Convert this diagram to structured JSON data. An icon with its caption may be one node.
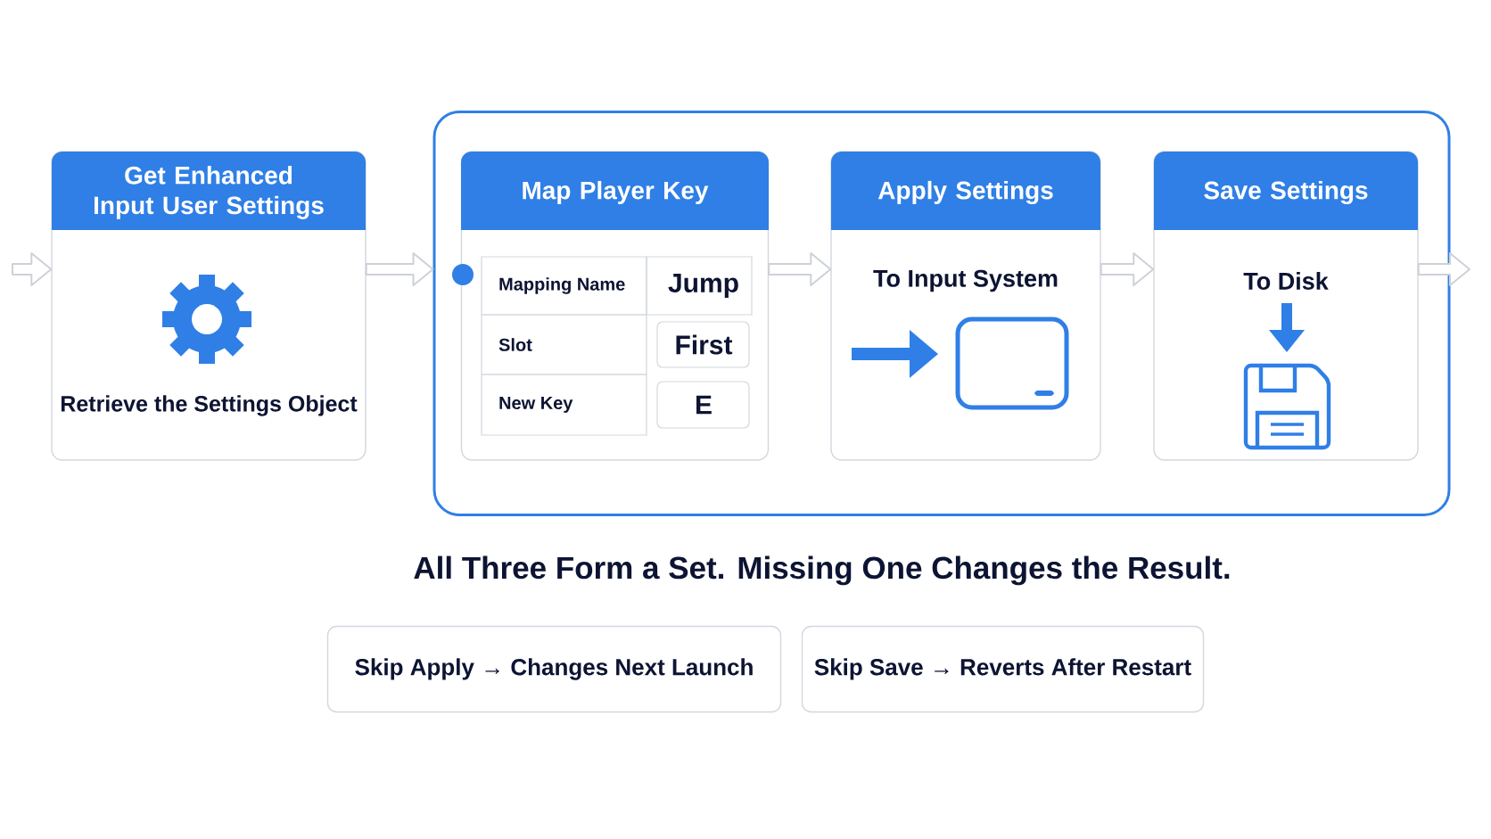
{
  "diagram": {
    "caption": "All Three Form a Set. Missing One Changes the Result.",
    "nodes": [
      {
        "text": [
          "Get Enhanced Input User Settings",
          "Retrieve the Settings Object"
        ]
      },
      {
        "text": [],
        "shape": "box"
      },
      {
        "text": [
          "Map Player Key",
          "Mapping Name",
          "Jump",
          "Slot",
          "First",
          "New Key",
          "E"
        ],
        "in": 1
      },
      {
        "text": [
          "Apply Settings",
          "To Input System"
        ],
        "in": 1
      },
      {
        "text": [
          "Save Settings",
          "To Disk"
        ],
        "in": 1
      },
      {
        "text": [
          "Skip Apply → Changes Next Launch"
        ]
      },
      {
        "text": [
          "Skip Save → Reverts After Restart"
        ]
      }
    ],
    "edges": [
      {
        "from": null,
        "to": 0,
        "arrow": "to"
      },
      {
        "from": 0,
        "to": 1,
        "arrow": "to"
      },
      {
        "from": 2,
        "to": 3,
        "arrow": "to"
      },
      {
        "from": 3,
        "to": 4,
        "arrow": "to"
      },
      {
        "from": 4,
        "to": null,
        "arrow": "to"
      }
    ]
  }
}
